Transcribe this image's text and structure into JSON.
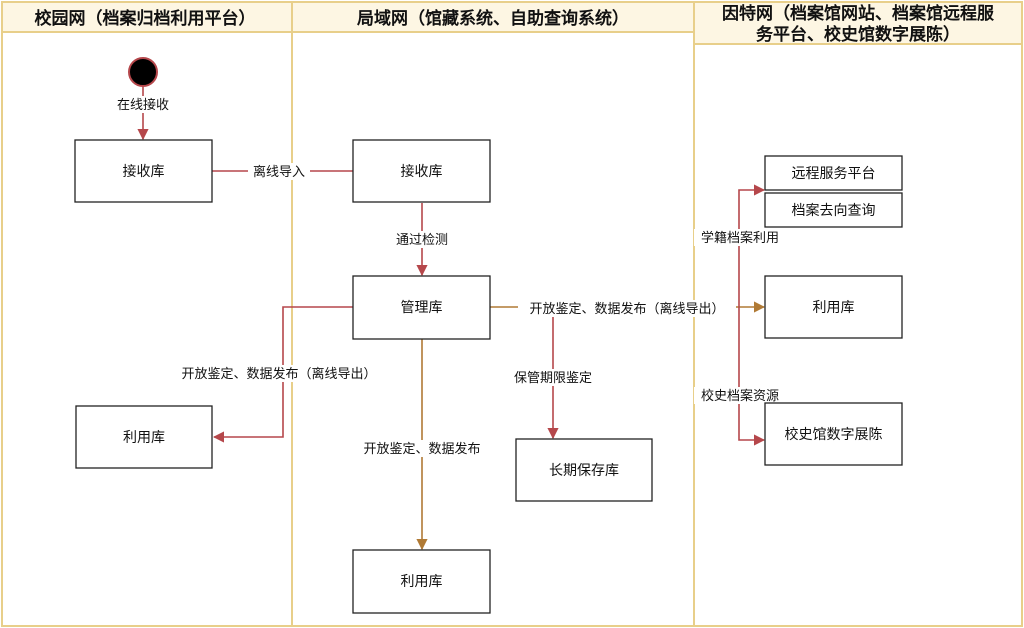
{
  "colors": {
    "lane_border": "#e8cf8a",
    "header_fill": "#fdf6e3",
    "arrow_red": "#b5474b",
    "arrow_brown": "#b07a35",
    "start_node": "#000000"
  },
  "lanes": [
    {
      "id": "campus",
      "title_lines": [
        "校园网（档案归档利用平台）"
      ]
    },
    {
      "id": "lan",
      "title_lines": [
        "局域网（馆藏系统、自助查询系统）"
      ]
    },
    {
      "id": "internet",
      "title_lines": [
        "因特网（档案馆网站、档案馆远程服",
        "务平台、校史馆数字展陈）"
      ]
    }
  ],
  "nodes": {
    "campus_receive": "接收库",
    "campus_use": "利用库",
    "lan_receive": "接收库",
    "lan_manage": "管理库",
    "lan_longterm": "长期保存库",
    "lan_use": "利用库",
    "net_remote": "远程服务平台",
    "net_whereabouts": "档案去向查询",
    "net_use": "利用库",
    "net_exhibit": "校史馆数字展陈"
  },
  "edges": {
    "online_receive": "在线接收",
    "offline_import": "离线导入",
    "pass_check": "通过检测",
    "open_publish_offline_right": "开放鉴定、数据发布（离线导出）",
    "open_publish_offline_left": "开放鉴定、数据发布（离线导出）",
    "retention_appraisal": "保管期限鉴定",
    "open_publish": "开放鉴定、数据发布",
    "student_records": "学籍档案利用",
    "history_resources": "校史档案资源"
  }
}
